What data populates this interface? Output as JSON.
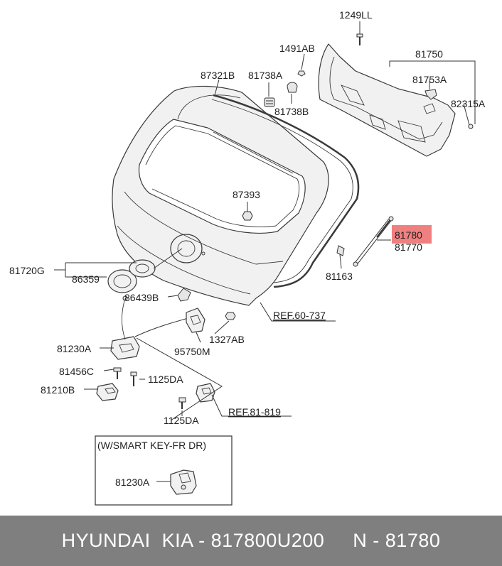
{
  "diagram": {
    "labels": {
      "p1249LL": "1249LL",
      "p1491AB": "1491AB",
      "p81750": "81750",
      "p81753A": "81753A",
      "p82315A": "82315A",
      "p87321B": "87321B",
      "p81738A": "81738A",
      "p81738B": "81738B",
      "p87393": "87393",
      "p81780": "81780",
      "p81770": "81770",
      "p81163": "81163",
      "p81720G": "81720G",
      "p86359": "86359",
      "p86439B": "86439B",
      "p81230A": "81230A",
      "p1327AB": "1327AB",
      "p95750M": "95750M",
      "p81456C": "81456C",
      "p1125DA_a": "1125DA",
      "p81210B": "81210B",
      "p1125DA_b": "1125DA",
      "ref60": "REF.60-737",
      "ref81": "REF.81-819",
      "inset_title": "(W/SMART KEY-FR DR)",
      "inset_part": "81230A"
    },
    "highlight_color": "#f08080"
  },
  "footer": {
    "text": "HYUNDAI  KIA - 817800U200     N - 81780",
    "background": "#7f7f7f",
    "color": "#ffffff"
  }
}
